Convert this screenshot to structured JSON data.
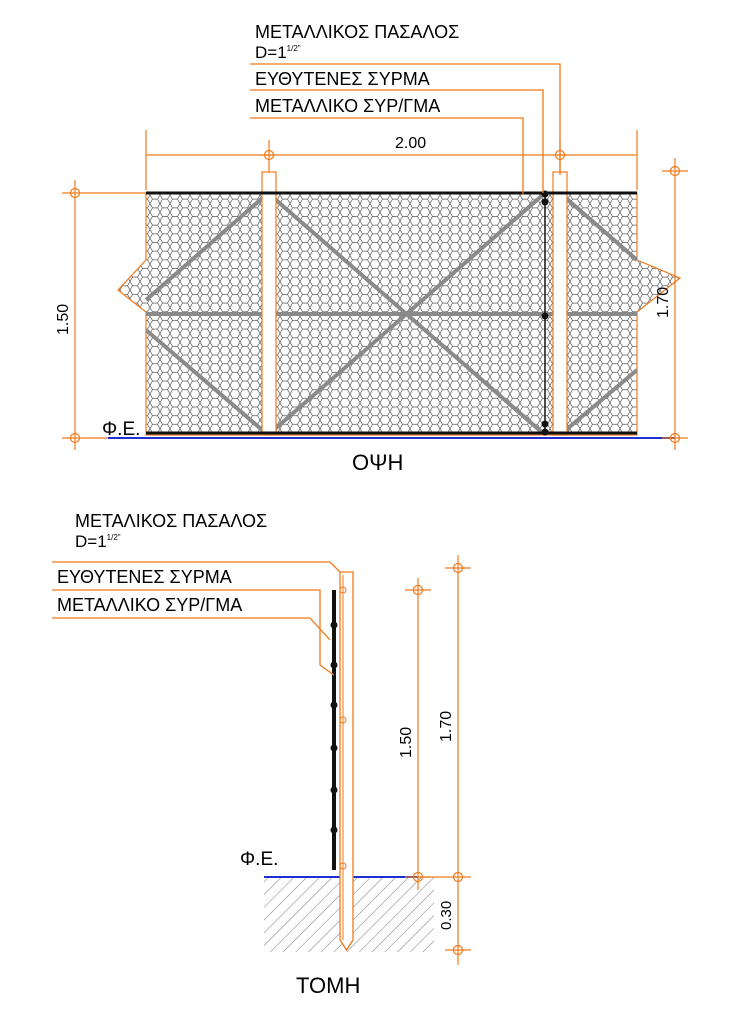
{
  "elevation": {
    "labels": {
      "post": "ΜΕΤΑΛΛΙΚΟΣ ΠΑΣΑΛΟΣ",
      "post_diameter": "D=1",
      "post_diameter_sup": "1/2\"",
      "tension_wire": "ΕΥΘΥΤΕΝΕΣ ΣΥΡΜΑ",
      "wire_mesh": "ΜΕΤΑΛΛΙΚΟ ΣΥΡ/ΓΜΑ"
    },
    "dim_width": "2.00",
    "dim_height_left": "1.50",
    "dim_height_right": "1.70",
    "ground_label": "Φ.Ε.",
    "view_title": "ΟΨΗ"
  },
  "section": {
    "labels": {
      "post": "ΜΕΤΑΛΙΚΟΣ ΠΑΣΑΛΟΣ",
      "post_diameter": "D=1",
      "post_diameter_sup": "1/2\"",
      "tension_wire": "ΕΥΘΥΤΕΝΕΣ ΣΥΡΜΑ",
      "wire_mesh": "ΜΕΤΑΛΛΙΚΟ ΣΥΡ/ΓΜΑ"
    },
    "dim_mesh_height": "1.50",
    "dim_post_height": "1.70",
    "dim_embed": "0.30",
    "ground_label": "Φ.Ε.",
    "view_title": "ΤΟΜΗ"
  },
  "colors": {
    "dimension": "#f07a1a",
    "post_outline": "#f07a1a",
    "ground_line": "#1f2fd0",
    "wire": "#111111",
    "brace": "#8a8a8a",
    "mesh": "#555555"
  }
}
